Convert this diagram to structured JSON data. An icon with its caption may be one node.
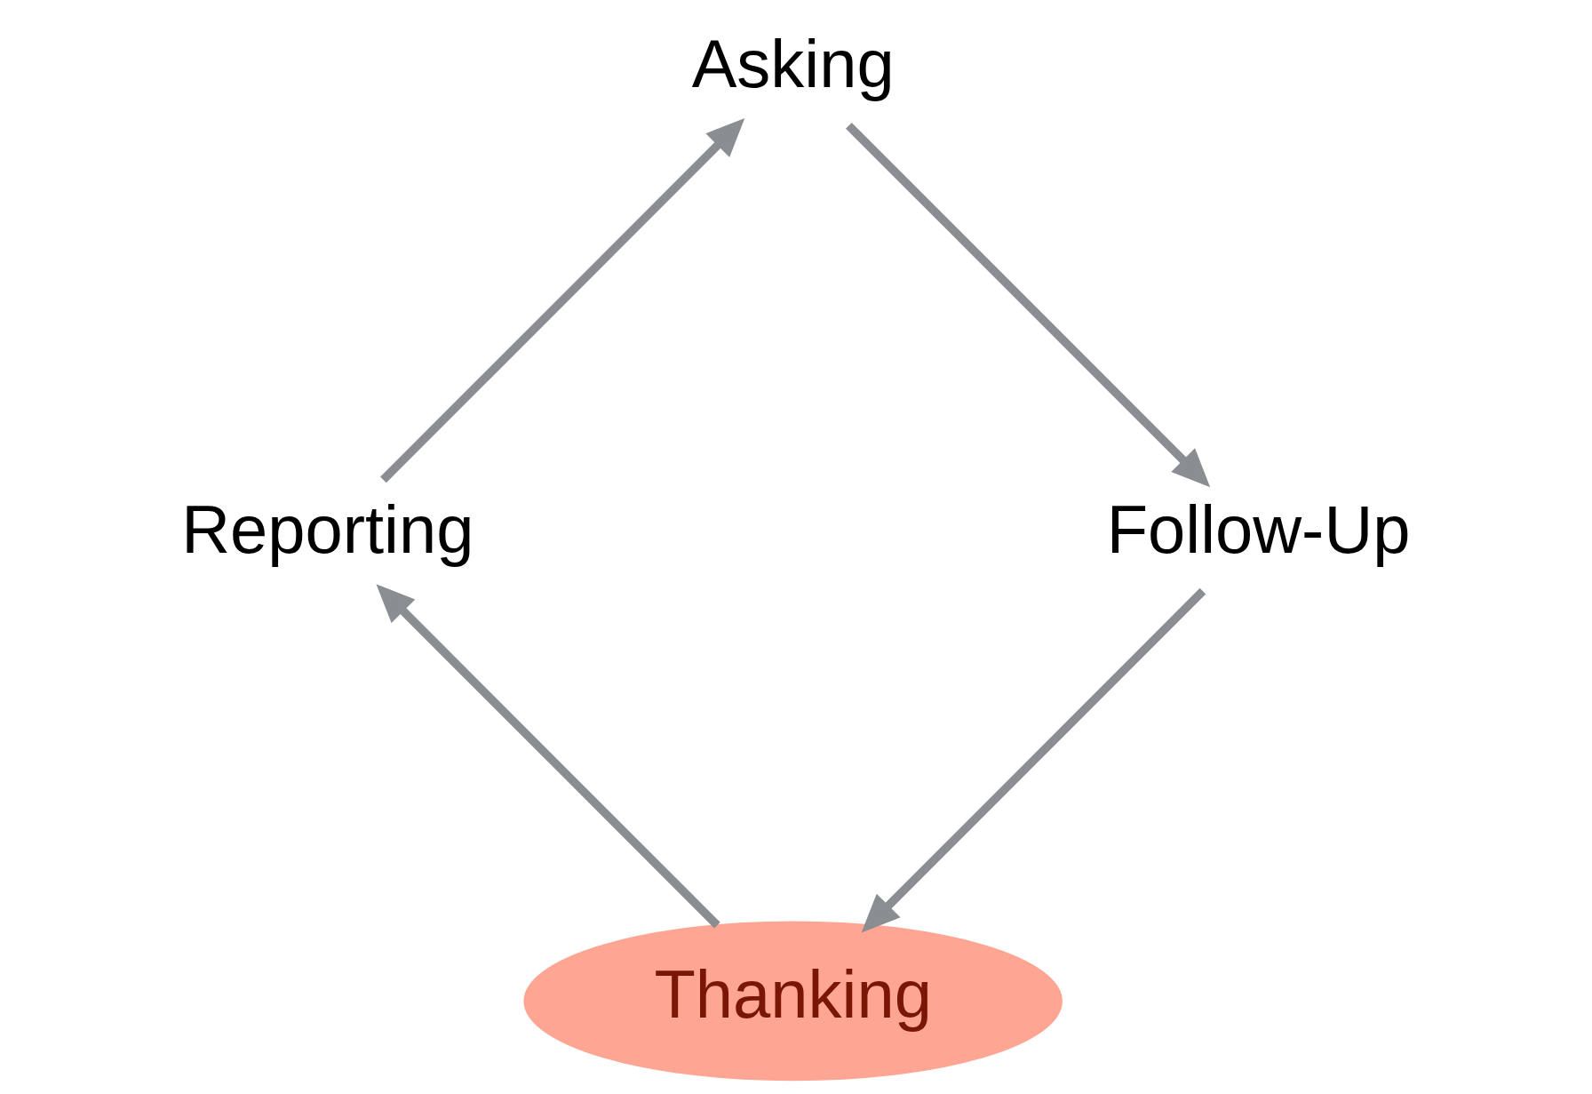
{
  "diagram": {
    "nodes": [
      {
        "text": [
          "Thanking"
        ]
      },
      {
        "text": [
          "Reporting"
        ]
      },
      {
        "text": [
          "Asking"
        ]
      },
      {
        "text": [
          "Follow-Up"
        ]
      }
    ],
    "edges": [
      {
        "from": 0,
        "to": 1,
        "arrow": "to"
      },
      {
        "from": 1,
        "to": 2,
        "arrow": "to"
      },
      {
        "from": 2,
        "to": 3,
        "arrow": "to"
      },
      {
        "from": 3,
        "to": 0,
        "arrow": "to"
      }
    ]
  }
}
